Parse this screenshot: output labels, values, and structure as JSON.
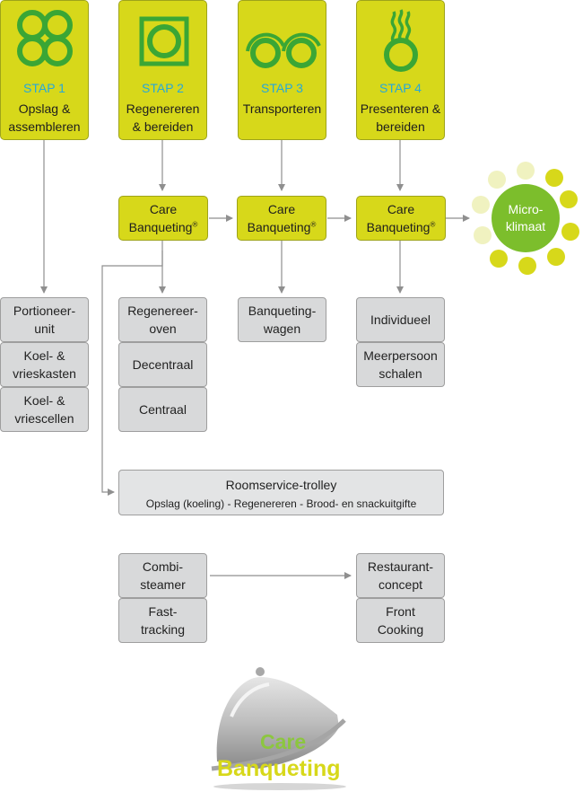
{
  "steps": [
    {
      "num": "STAP 1",
      "label": "Opslag &\nassembleren",
      "icon": "four-rings-icon"
    },
    {
      "num": "STAP 2",
      "label": "Regenereren\n& bereiden",
      "icon": "square-circle-icon"
    },
    {
      "num": "STAP 3",
      "label": "Transporteren",
      "icon": "two-wheels-icon"
    },
    {
      "num": "STAP 4",
      "label": "Presenteren &\nbereiden",
      "icon": "steaming-dish-icon"
    }
  ],
  "care": {
    "line1": "Care",
    "line2": "Banqueting",
    "mark": "®"
  },
  "micro": "Micro-\nklimaat",
  "col1": [
    "Portioneer-\nunit",
    "Koel- &\nvrieskasten",
    "Koel- &\nvriescellen"
  ],
  "col2": [
    "Regenereer-\noven",
    "Decentraal",
    "Centraal"
  ],
  "col3": [
    "Banqueting-\nwagen"
  ],
  "col4": [
    "Individueel",
    "Meerpersoon\nschalen"
  ],
  "roomservice": {
    "title": "Roomservice-trolley",
    "subtitle": "Opslag (koeling) - Regenereren - Brood- en snackuitgifte"
  },
  "combi": [
    "Combi-\nsteamer",
    "Fast-\ntracking"
  ],
  "restaurant": [
    "Restaurant-\nconcept",
    "Front\nCooking"
  ],
  "logo": {
    "word1": "Care",
    "word2": "Banqueting"
  },
  "colors": {
    "step": "#d7d81a",
    "stepnum": "#26a8d9",
    "box": "#d8d9da",
    "line": "#8f8f8f",
    "micro": "#7cbe2c",
    "dots_dark": "#d7d81a",
    "dots_light": "#f0f2c0"
  }
}
